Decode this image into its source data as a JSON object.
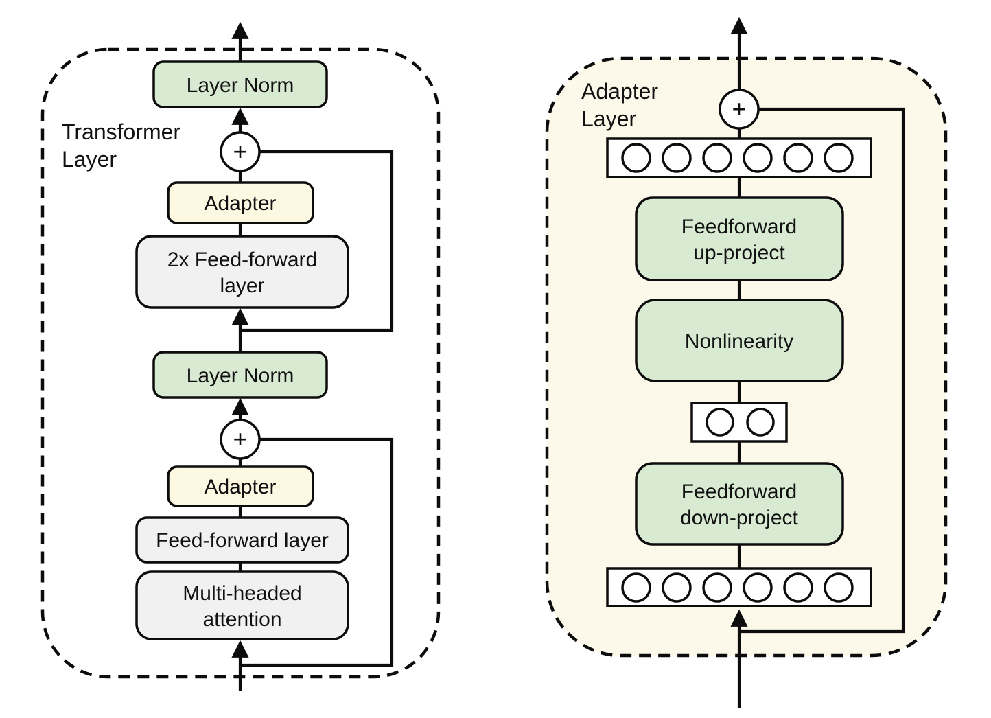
{
  "figure": {
    "left_panel": {
      "title_line1": "Transformer",
      "title_line2": "Layer",
      "layer_norm_top": "Layer Norm",
      "add_top": "+",
      "adapter_top": "Adapter",
      "feedforward_2x_line1": "2x Feed-forward",
      "feedforward_2x_line2": "layer",
      "layer_norm_bottom": "Layer Norm",
      "add_bottom": "+",
      "adapter_bottom": "Adapter",
      "feedforward_layer": "Feed-forward layer",
      "attention_line1": "Multi-headed",
      "attention_line2": "attention"
    },
    "right_panel": {
      "title_line1": "Adapter",
      "title_line2": "Layer",
      "add": "+",
      "feedforward_up_line1": "Feedforward",
      "feedforward_up_line2": "up-project",
      "nonlinearity": "Nonlinearity",
      "feedforward_down_line1": "Feedforward",
      "feedforward_down_line2": "down-project"
    },
    "colors": {
      "layer_norm_green": "#d9ead3",
      "adapter_yellow": "#fdf8e1",
      "adapter_panel_cream": "#fcf9ea",
      "transformer_gray": "#f1f1f1",
      "line_black": "#0c0c0c",
      "node_white": "#ffffff"
    }
  }
}
